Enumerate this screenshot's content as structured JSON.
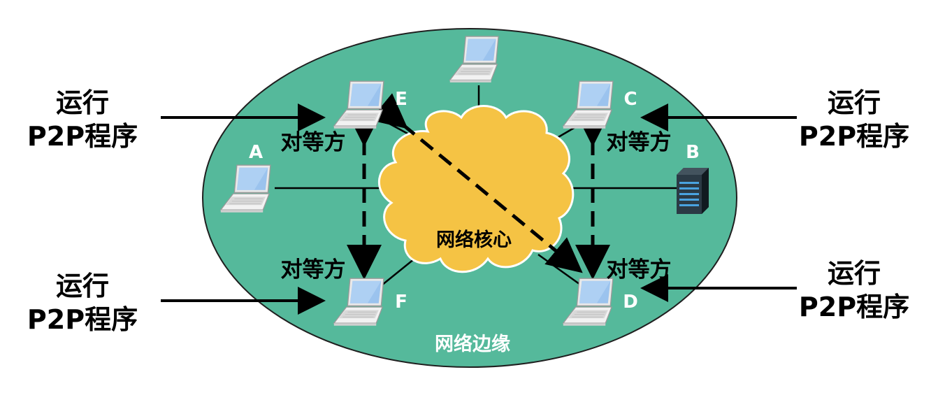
{
  "colors": {
    "edge": "#55b99b",
    "edge_stroke": "#1f1f1f",
    "core": "#f5c344",
    "core_stroke": "#ffffff",
    "line": "#000000",
    "letter": "#ffffff",
    "screen": "#9bc3ee",
    "laptop_body": "#f0f0f0",
    "server": "#1e2a33"
  },
  "labels": {
    "run_line1": "运行",
    "run_line2": "P2P程序",
    "peer": "对等方",
    "core": "网络核心",
    "edge": "网络边缘"
  },
  "nodes": {
    "a": {
      "letter": "A",
      "icon": "laptop-icon"
    },
    "b": {
      "letter": "B",
      "icon": "server-icon"
    },
    "c": {
      "letter": "C",
      "icon": "laptop-icon"
    },
    "d": {
      "letter": "D",
      "icon": "laptop-icon"
    },
    "e": {
      "letter": "E",
      "icon": "laptop-icon"
    },
    "f": {
      "letter": "F",
      "icon": "laptop-icon"
    },
    "top": {
      "letter": "",
      "icon": "laptop-icon"
    }
  }
}
